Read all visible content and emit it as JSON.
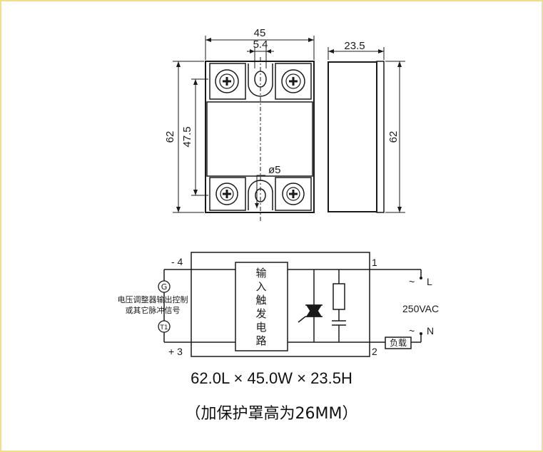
{
  "dimensions": {
    "width": "45",
    "hole_spacing": "5.4",
    "depth": "23.5",
    "height_left": "62",
    "mount_spacing": "47.5",
    "height_side": "62",
    "hole_diameter": "ø5"
  },
  "schematic": {
    "terminal_4": "- 4",
    "terminal_3": "+ 3",
    "terminal_1": "1",
    "terminal_2": "2",
    "input_circuit": [
      "输",
      "入",
      "触",
      "发",
      "电",
      "路"
    ],
    "g_label": "G",
    "t1_label": "T1",
    "signal_note_line1": "电压调整器输出控制",
    "signal_note_line2": "或其它脉冲信号",
    "L_label": "L",
    "N_label": "N",
    "tilde": "~",
    "voltage": "250VAC",
    "load": "负载"
  },
  "captions": {
    "size": "62.0L × 45.0W × 23.5H",
    "cover_note": "（加保护罩高为26MM）"
  }
}
